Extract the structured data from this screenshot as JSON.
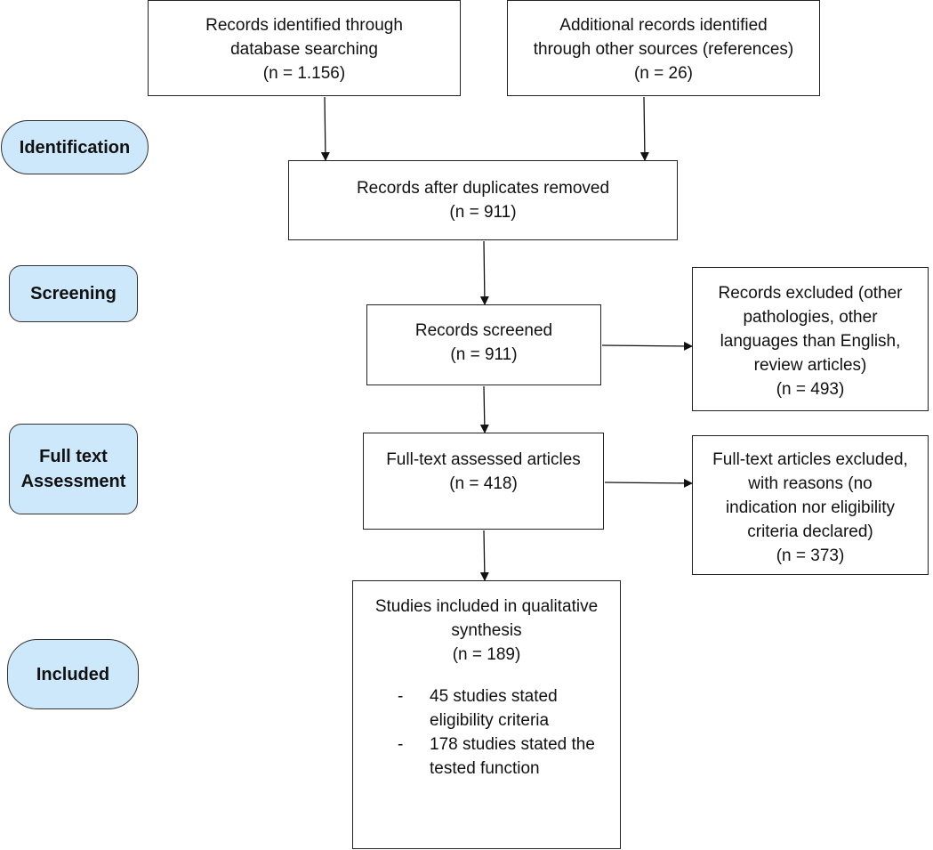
{
  "stages": {
    "identification": "Identification",
    "screening": "Screening",
    "assessment_line1": "Full text",
    "assessment_line2": "Assessment",
    "included": "Included"
  },
  "boxes": {
    "database": {
      "line1": "Records identified through",
      "line2": "database searching",
      "line3": "(n = 1.156)"
    },
    "other_sources": {
      "line1": "Additional records identified",
      "line2": "through other sources (references)",
      "line3": "(n = 26)"
    },
    "after_duplicates": {
      "line1": "Records after duplicates removed",
      "line2": "(n = 911)"
    },
    "screened": {
      "line1": "Records screened",
      "line2": "(n = 911)"
    },
    "excluded_records": {
      "line1": "Records excluded (other",
      "line2": "pathologies, other",
      "line3": "languages than English,",
      "line4": "review articles)",
      "line5": "(n = 493)"
    },
    "fulltext_assessed": {
      "line1": "Full-text assessed articles",
      "line2": "(n = 418)"
    },
    "fulltext_excluded": {
      "line1": "Full-text articles excluded,",
      "line2": "with reasons (no",
      "line3": "indication nor eligibility",
      "line4": "criteria declared)",
      "line5": "(n = 373)"
    },
    "included": {
      "line1": "Studies included in qualitative",
      "line2": "synthesis",
      "line3": "(n = 189)",
      "bullets": [
        {
          "dash": "-",
          "text": "45 studies stated\neligibility criteria"
        },
        {
          "dash": "-",
          "text": "178 studies stated the\ntested function"
        }
      ]
    }
  }
}
